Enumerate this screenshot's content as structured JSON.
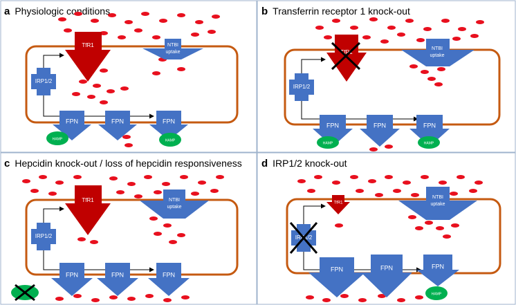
{
  "colors": {
    "iron": "#E8101E",
    "tfr1": "#C00000",
    "protein_blue": "#4472C4",
    "membrane": "#C55A11",
    "hamp": "#00B050",
    "frame": "#9FB3CC"
  },
  "panels": [
    {
      "letter": "a",
      "title": "Physiologic conditions",
      "tfr1_label": "TfR1",
      "ntbi_label_line1": "NTBI",
      "ntbi_label_line2": "uptake",
      "irp_label": "IRP1/2",
      "fpn_labels": [
        "FPN",
        "FPN",
        "FPN"
      ],
      "hamp_labels": [
        "HAMP",
        "HAMP"
      ]
    },
    {
      "letter": "b",
      "title": "Transferrin receptor 1 knock-out",
      "tfr1_label": "TfR1",
      "ntbi_label_line1": "NTBI",
      "ntbi_label_line2": "uptake",
      "irp_label": "IRP1/2",
      "fpn_labels": [
        "FPN",
        "FPN",
        "FPN"
      ],
      "hamp_labels": [
        "HAMP",
        "HAMP"
      ]
    },
    {
      "letter": "c",
      "title": "Hepcidin knock-out / loss of hepcidin responsiveness",
      "tfr1_label": "TfR1",
      "ntbi_label_line1": "NTBI",
      "ntbi_label_line2": "uptake",
      "irp_label": "IRP1/2",
      "fpn_labels": [
        "FPN",
        "FPN",
        "FPN"
      ],
      "hamp_labels": []
    },
    {
      "letter": "d",
      "title": "IRP1/2 knock-out",
      "tfr1_label": "TfR1",
      "ntbi_label_line1": "NTBI",
      "ntbi_label_line2": "uptake",
      "irp_label": "IRP1/2",
      "fpn_labels": [
        "FPN",
        "FPN",
        "FPN"
      ],
      "hamp_labels": [
        "HAMP"
      ]
    }
  ]
}
